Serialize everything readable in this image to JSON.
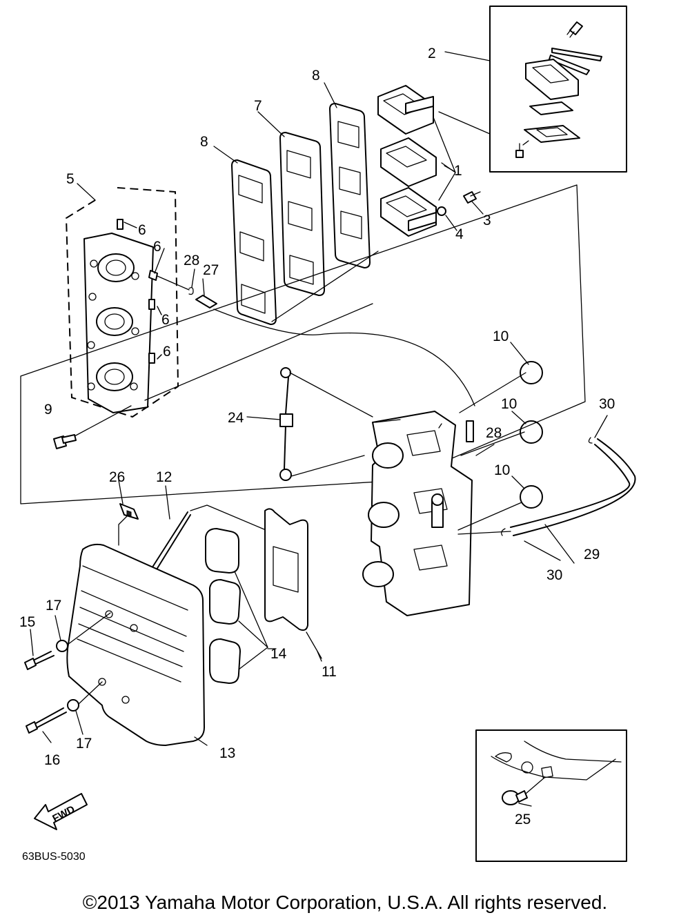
{
  "diagram": {
    "drawing_code": "63BUS-5030",
    "fwd_label": "FWD",
    "copyright": "©2013 Yamaha Motor Corporation, U.S.A. All rights reserved.",
    "callouts": {
      "c1": "1",
      "c2": "2",
      "c3": "3",
      "c4": "4",
      "c5": "5",
      "c6a": "6",
      "c6b": "6",
      "c6c": "6",
      "c6d": "6",
      "c7": "7",
      "c8a": "8",
      "c8b": "8",
      "c9": "9",
      "c10a": "10",
      "c10b": "10",
      "c10c": "10",
      "c11": "11",
      "c12": "12",
      "c13": "13",
      "c14": "14",
      "c15": "15",
      "c16": "16",
      "c17a": "17",
      "c17b": "17",
      "c24": "24",
      "c25": "25",
      "c26": "26",
      "c27": "27",
      "c28a": "28",
      "c28b": "28",
      "c29": "29",
      "c30a": "30",
      "c30b": "30"
    }
  }
}
